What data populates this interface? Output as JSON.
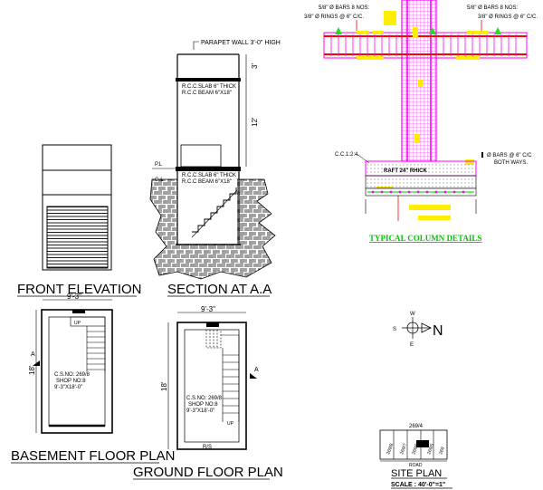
{
  "titles": {
    "front_elevation": "FRONT ELEVATION",
    "section": "SECTION AT A.A",
    "basement": "BASEMENT FLOOR PLAN",
    "ground": "GROUND FLOOR PLAN",
    "site_plan": "SITE PLAN",
    "site_scale": "SCALE : 40'-0\"=1\"",
    "column_details": "TYPICAL COLUMN DETAILS"
  },
  "section_notes": {
    "parapet": "PARAPET WALL 3'-0\" HIGH",
    "slab_top": "R.C.C.SLAB 6\" THICK",
    "beam_top": "R.C.C BEAM 6\"X18\"",
    "slab_mid": "R.C.C.SLAB 6\" THICK",
    "beam_mid": "R.C.C BEAM 6\"X18\"",
    "dim_3": "3'",
    "dim_12": "12'",
    "pl": "P.L",
    "gl": "G.L"
  },
  "column_notes": {
    "left_bars": "5/8\" Ø BARS 8 NOS:",
    "left_rings": "3/8\" Ø RINGS @ 6\" C/C.",
    "right_bars": "5/8\" Ø BARS 8 NOS:",
    "right_rings": "3/8\" Ø RINGS @ 6\" C/C.",
    "cc": "C.C.1:2:4.",
    "raft": "RAFT 24\" RHICK",
    "raft_bars_1": "Ø BARS @ 6\" C/C",
    "raft_bars_2": "BOTH WAYS."
  },
  "plans": {
    "width_dim": "9'-3\"",
    "length_dim": "18'",
    "section_mark": "A",
    "up": "UP",
    "rs": "R/S",
    "b_info": [
      "C.S.NO: 269/8",
      "SHOP NO:8",
      "9'-3\"X18'-0\""
    ],
    "g_info": [
      "C.S.NO: 269/8",
      "SHOP NO:8",
      "9'-3\"X18'-0\""
    ]
  },
  "compass": {
    "n": "N",
    "s": "S",
    "e": "E",
    "w": "W"
  },
  "site": {
    "top": "269/4",
    "road": "ROAD",
    "plots": [
      "269/8",
      "269/7",
      "269/6",
      "269/5",
      "269"
    ]
  },
  "colors": {
    "magenta": "#ff00ff",
    "yellow": "#ffee00",
    "red": "#ff0000",
    "green": "#00c800",
    "lime": "#22dd22",
    "black": "#000000"
  }
}
